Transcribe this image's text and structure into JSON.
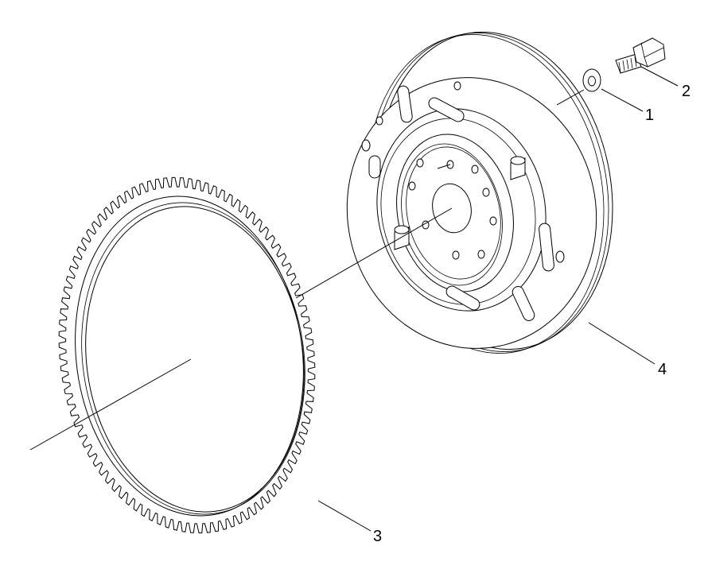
{
  "callouts": [
    {
      "id": "washer",
      "label": "1"
    },
    {
      "id": "bolt",
      "label": "2"
    },
    {
      "id": "ring-gear",
      "label": "3"
    },
    {
      "id": "flywheel",
      "label": "4"
    }
  ],
  "ring_gear": {
    "tooth_count": 96
  }
}
